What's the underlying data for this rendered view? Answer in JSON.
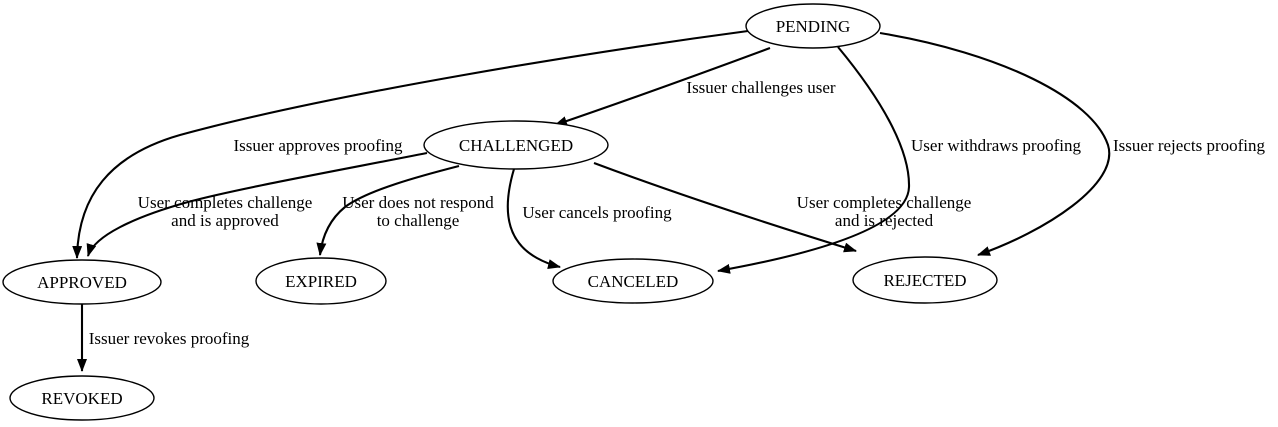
{
  "diagram": {
    "colors": {
      "background": "#ffffff",
      "node_fill": "#ffffff",
      "stroke": "#000000",
      "text": "#000000"
    },
    "nodes": [
      {
        "id": "pending",
        "label": "PENDING"
      },
      {
        "id": "challenged",
        "label": "CHALLENGED"
      },
      {
        "id": "approved",
        "label": "APPROVED"
      },
      {
        "id": "expired",
        "label": "EXPIRED"
      },
      {
        "id": "canceled",
        "label": "CANCELED"
      },
      {
        "id": "rejected",
        "label": "REJECTED"
      },
      {
        "id": "revoked",
        "label": "REVOKED"
      }
    ],
    "edges": [
      {
        "from": "PENDING",
        "to": "CHALLENGED",
        "label_lines": [
          "Issuer challenges user"
        ]
      },
      {
        "from": "PENDING",
        "to": "APPROVED",
        "label_lines": [
          "Issuer approves proofing"
        ]
      },
      {
        "from": "PENDING",
        "to": "CANCELED",
        "label_lines": [
          "User withdraws proofing"
        ]
      },
      {
        "from": "PENDING",
        "to": "REJECTED",
        "label_lines": [
          "Issuer rejects proofing"
        ]
      },
      {
        "from": "CHALLENGED",
        "to": "APPROVED",
        "label_lines": [
          "User completes challenge",
          "and is approved"
        ]
      },
      {
        "from": "CHALLENGED",
        "to": "EXPIRED",
        "label_lines": [
          "User does not respond",
          "to challenge"
        ]
      },
      {
        "from": "CHALLENGED",
        "to": "CANCELED",
        "label_lines": [
          "User cancels proofing"
        ]
      },
      {
        "from": "CHALLENGED",
        "to": "REJECTED",
        "label_lines": [
          "User completes challenge",
          "and is rejected"
        ]
      },
      {
        "from": "APPROVED",
        "to": "REVOKED",
        "label_lines": [
          "Issuer revokes proofing"
        ]
      }
    ]
  }
}
